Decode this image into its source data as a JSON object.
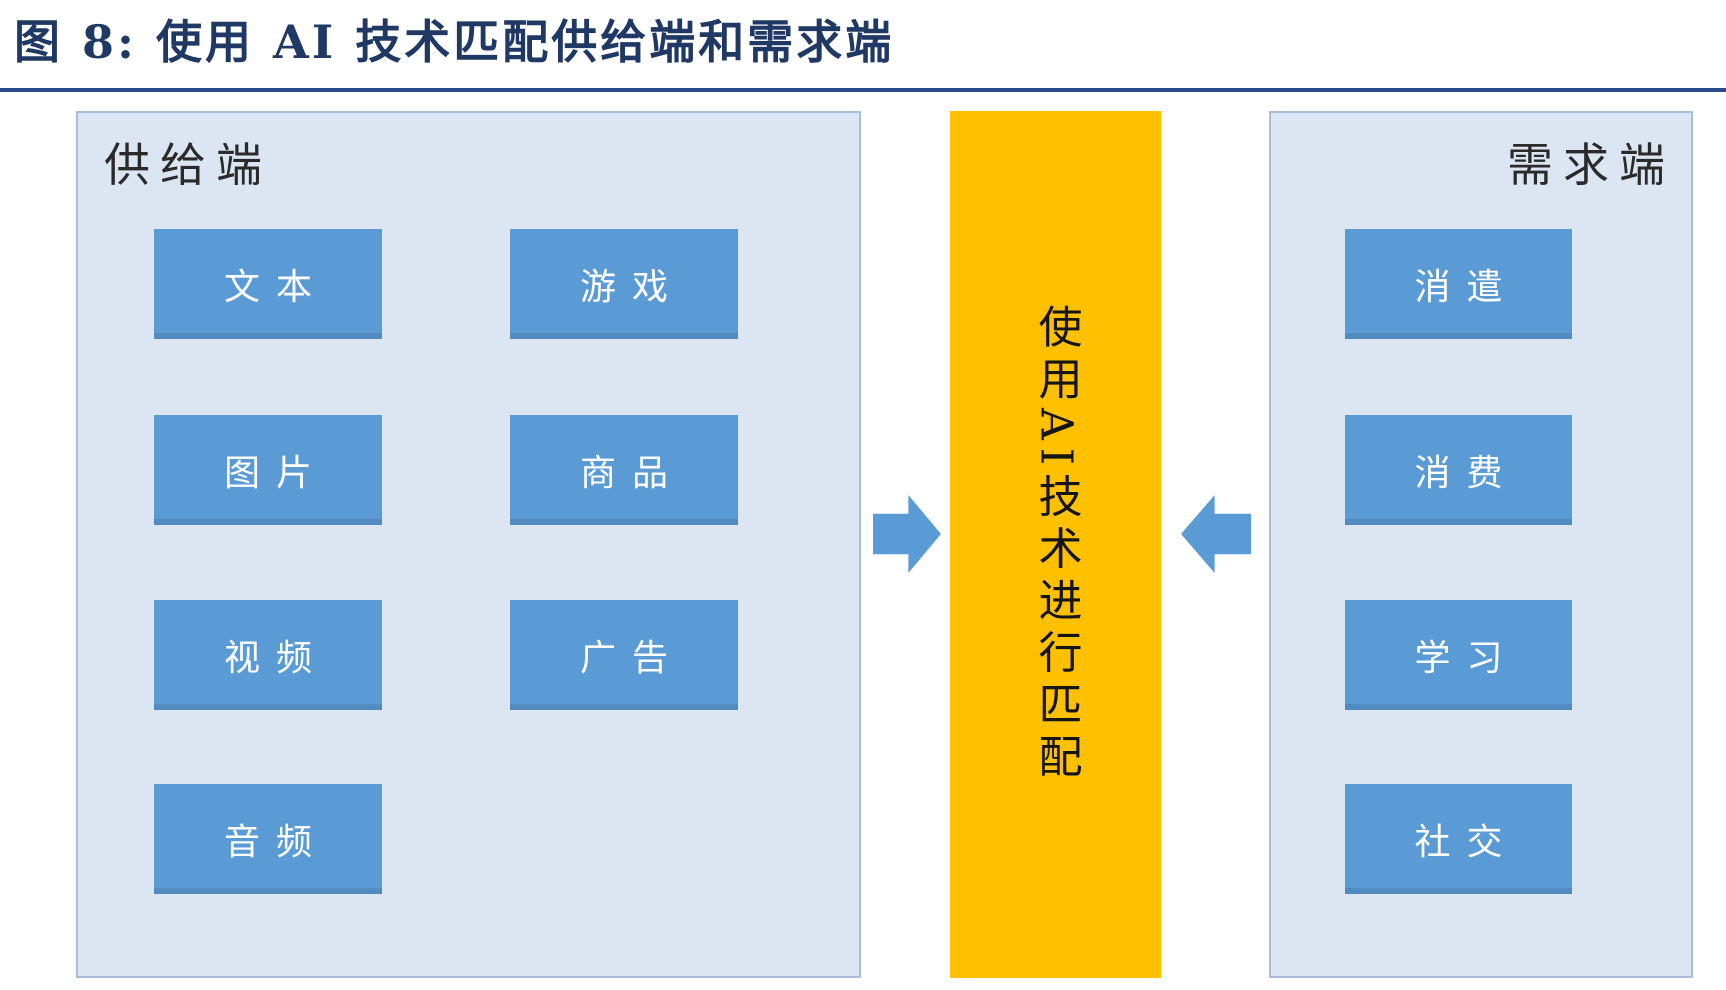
{
  "figure": {
    "title": "图 8: 使用 AI 技术匹配供给端和需求端"
  },
  "supply": {
    "label": "供给端",
    "columns": [
      {
        "items": [
          "文本",
          "图片",
          "视频",
          "音频"
        ]
      },
      {
        "items": [
          "游戏",
          "商品",
          "广告"
        ]
      }
    ]
  },
  "matcher": {
    "label": "使用AI技术进行匹配"
  },
  "demand": {
    "label": "需求端",
    "items": [
      "消遣",
      "消费",
      "学习",
      "社交"
    ]
  },
  "icons": {
    "supply_to_matcher": "right-arrow",
    "demand_to_matcher": "left-arrow"
  },
  "colors": {
    "title_text": "#1f3864",
    "title_rule": "#2b4a8e",
    "panel_fill": "#dce6f2",
    "panel_border": "#a9bcd9",
    "node_fill": "#5b9bd5",
    "node_text": "#ffffff",
    "bar_fill": "#ffc000",
    "bar_text": "#151515",
    "arrow": "#5b9bd5"
  }
}
